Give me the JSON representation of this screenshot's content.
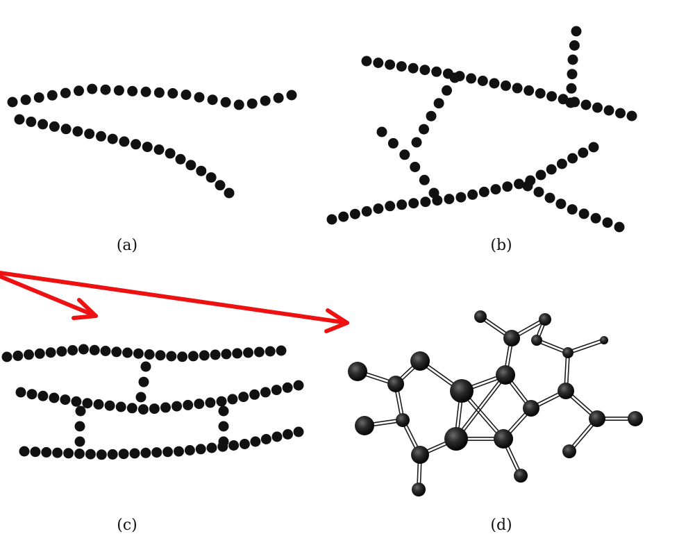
{
  "panels": {
    "a": {
      "label": "(a)"
    },
    "b": {
      "label": "(b)"
    },
    "c": {
      "label": "(c)"
    },
    "d": {
      "label": "(d)"
    }
  },
  "colors": {
    "bead": "#111111",
    "bond": "#1a1a1a",
    "arrow": "#ee1111",
    "background": "#ffffff"
  }
}
